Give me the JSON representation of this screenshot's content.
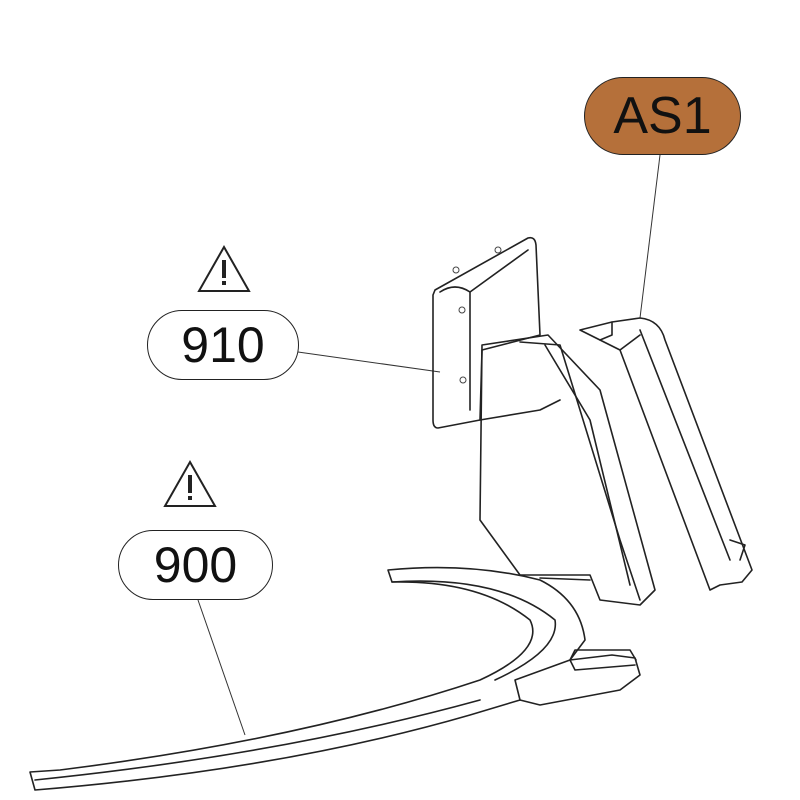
{
  "callouts": {
    "assembly": {
      "label": "AS1",
      "fill": "#B5703A"
    },
    "part_910": {
      "label": "910",
      "warning_icon": "warning-triangle"
    },
    "part_900": {
      "label": "900",
      "warning_icon": "warning-triangle"
    }
  }
}
